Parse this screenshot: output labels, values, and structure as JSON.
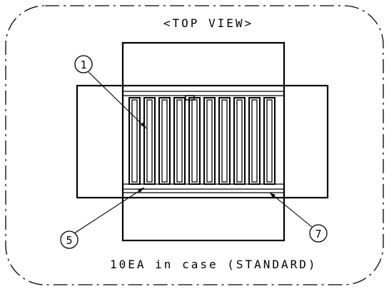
{
  "drawing": {
    "view_title": "<TOP VIEW>",
    "caption": "10EA in case (STANDARD)",
    "callouts": [
      {
        "id": "callout-1",
        "label": "1"
      },
      {
        "id": "callout-5",
        "label": "5"
      },
      {
        "id": "callout-7",
        "label": "7"
      }
    ],
    "item_count": 10,
    "colors": {
      "line": "#000000",
      "background": "#ffffff"
    }
  }
}
